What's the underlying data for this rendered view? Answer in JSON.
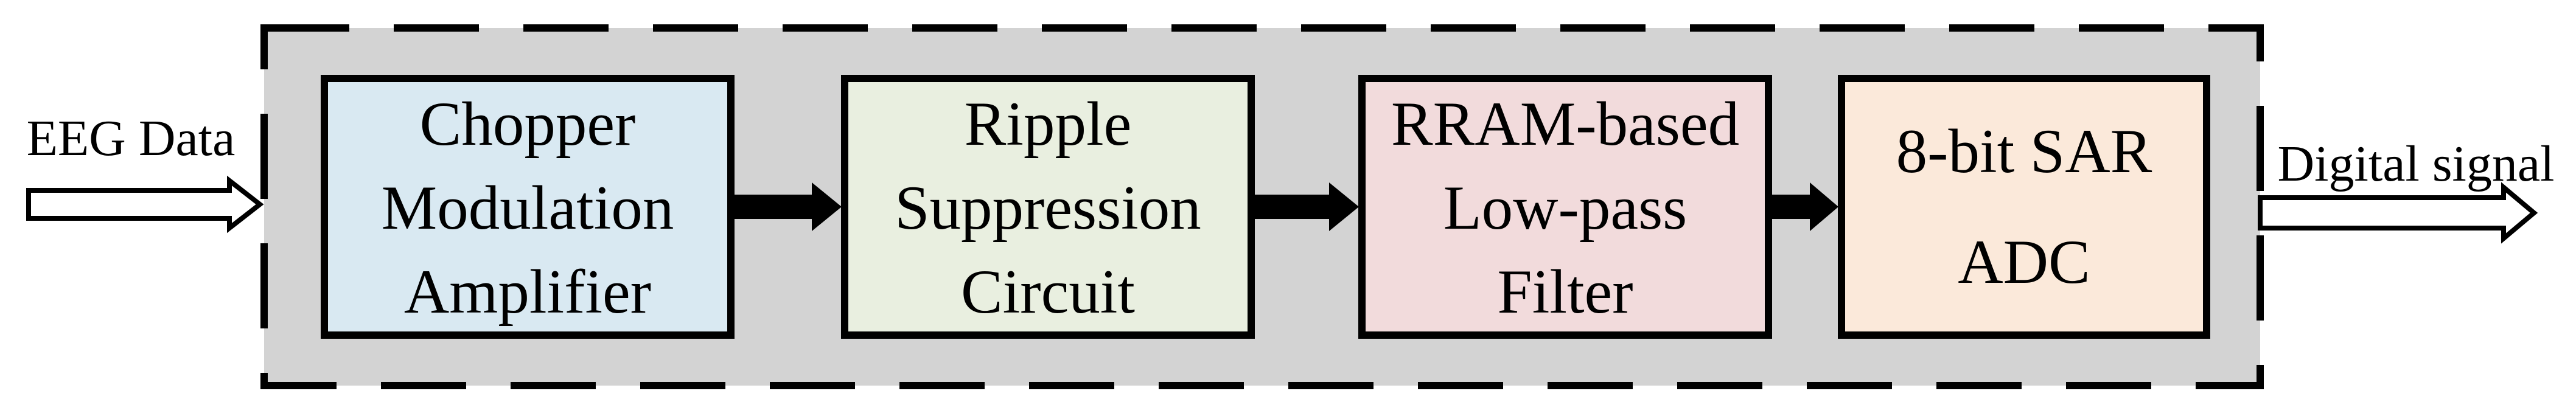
{
  "figure_type": "signal-chain-block-diagram",
  "labels": {
    "input": "EEG Data",
    "output": "Digital signal"
  },
  "blocks": [
    {
      "name": "chopper-modulation-amplifier",
      "lines": [
        "Chopper",
        "Modulation",
        "Amplifier"
      ],
      "fill": "#d9e9f2"
    },
    {
      "name": "ripple-suppression-circuit",
      "lines": [
        "Ripple",
        "Suppression",
        "Circuit"
      ],
      "fill": "#e9efe0"
    },
    {
      "name": "rram-based-low-pass-filter",
      "lines": [
        "RRAM-based",
        "Low-pass",
        "Filter"
      ],
      "fill": "#f2dbdc"
    },
    {
      "name": "eight-bit-sar-adc",
      "lines": [
        "8-bit SAR",
        "ADC"
      ],
      "fill": "#fbe9da"
    }
  ],
  "colors": {
    "panel_fill": "#d3d3d3",
    "border": "#000000",
    "arrow": "#000000",
    "text": "#000000",
    "background": "#ffffff"
  }
}
